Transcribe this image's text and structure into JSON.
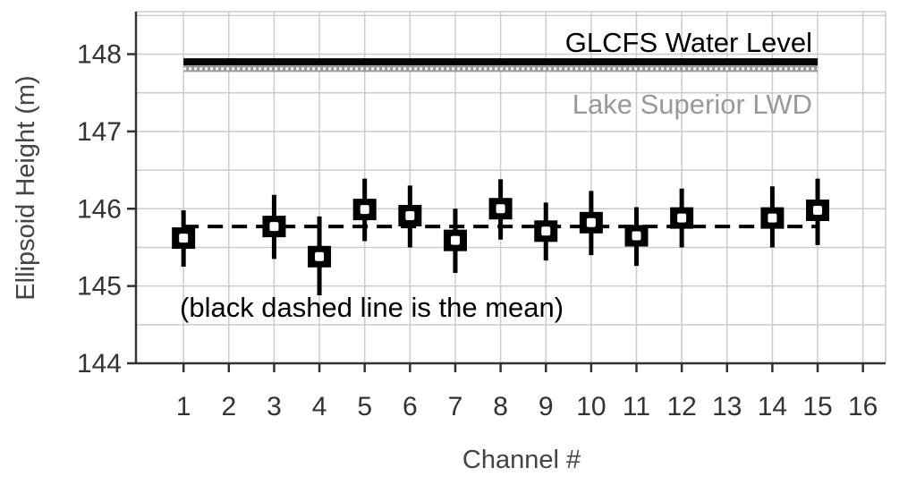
{
  "chart_data": {
    "type": "scatter",
    "xlabel": "Channel #",
    "ylabel": "Ellipsoid Height (m)",
    "xlim": [
      -0.05,
      16.5
    ],
    "ylim": [
      144,
      148.55
    ],
    "x_ticks": [
      "1",
      "2",
      "3",
      "4",
      "5",
      "6",
      "7",
      "8",
      "9",
      "10",
      "11",
      "12",
      "13",
      "14",
      "15",
      "16"
    ],
    "y_ticks": [
      "144",
      "145",
      "146",
      "147",
      "148"
    ],
    "grid": true,
    "points": [
      {
        "channel": 1,
        "y": 145.62,
        "err_low": 145.25,
        "err_high": 145.98
      },
      {
        "channel": 3,
        "y": 145.77,
        "err_low": 145.35,
        "err_high": 146.18
      },
      {
        "channel": 4,
        "y": 145.38,
        "err_low": 144.88,
        "err_high": 145.9
      },
      {
        "channel": 5,
        "y": 145.99,
        "err_low": 145.58,
        "err_high": 146.39
      },
      {
        "channel": 6,
        "y": 145.91,
        "err_low": 145.5,
        "err_high": 146.3
      },
      {
        "channel": 7,
        "y": 145.59,
        "err_low": 145.17,
        "err_high": 146.0
      },
      {
        "channel": 8,
        "y": 146.0,
        "err_low": 145.6,
        "err_high": 146.38
      },
      {
        "channel": 9,
        "y": 145.71,
        "err_low": 145.33,
        "err_high": 146.08
      },
      {
        "channel": 10,
        "y": 145.82,
        "err_low": 145.4,
        "err_high": 146.23
      },
      {
        "channel": 11,
        "y": 145.65,
        "err_low": 145.26,
        "err_high": 146.02
      },
      {
        "channel": 12,
        "y": 145.88,
        "err_low": 145.5,
        "err_high": 146.26
      },
      {
        "channel": 14,
        "y": 145.88,
        "err_low": 145.5,
        "err_high": 146.29
      },
      {
        "channel": 15,
        "y": 145.98,
        "err_low": 145.53,
        "err_high": 146.39
      }
    ],
    "mean": {
      "y": 145.77,
      "style": "black dashed"
    },
    "reference_lines": [
      {
        "name": "GLCFS Water Level",
        "y": 147.9,
        "color": "#000000",
        "style": "solid"
      },
      {
        "name": "Lake Superior LWD",
        "y": 147.81,
        "color": "#999999",
        "style": "white dotted on gray"
      }
    ],
    "annotations": [
      "GLCFS Water Level",
      "Lake Superior LWD",
      "(black dashed line is the mean)"
    ],
    "colors": {
      "marker": "#000000",
      "marker_center": "#ffffff",
      "grid": "#cccccc",
      "axis": "#333333",
      "lwd": "#999999"
    }
  }
}
